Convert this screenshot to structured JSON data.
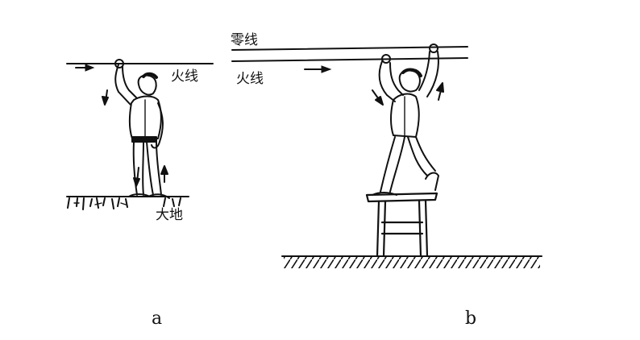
{
  "panel_a": {
    "live_wire_label": "火线",
    "ground_label": "大地",
    "caption": "a"
  },
  "panel_b": {
    "neutral_wire_label": "零线",
    "live_wire_label": "火线",
    "caption": "b"
  }
}
